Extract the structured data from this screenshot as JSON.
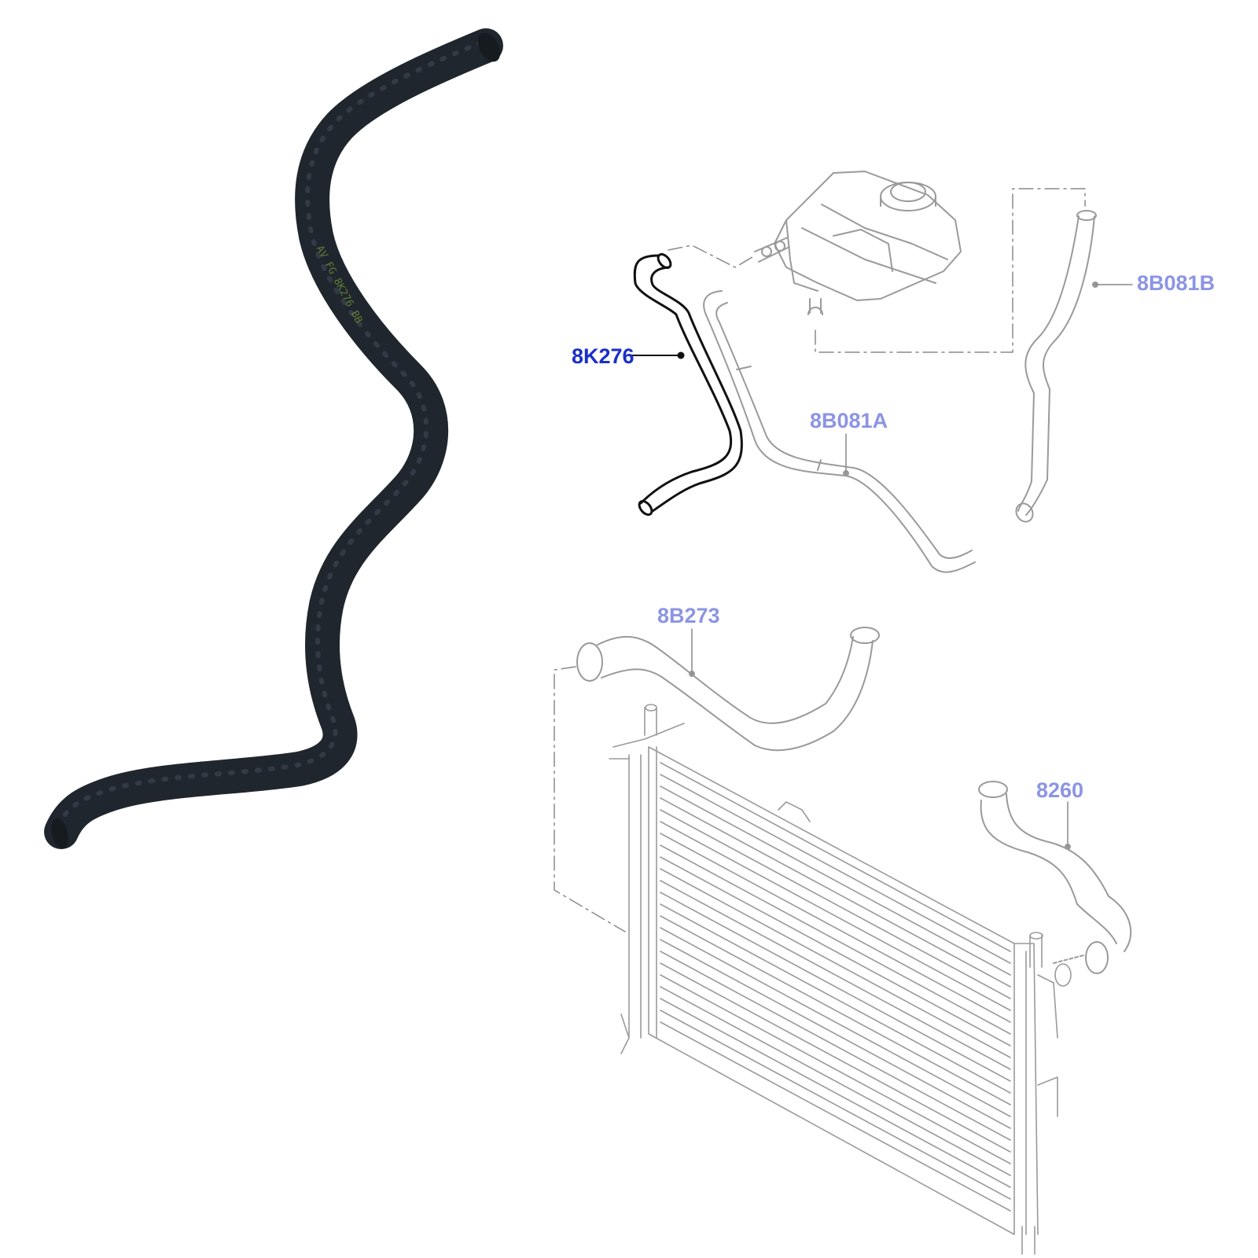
{
  "photo": {
    "subject": "black rubber coolant hose",
    "hose_color": "#1f262d",
    "print_text": "AV FG 8K276 BB",
    "print_color": "#6f8a3a"
  },
  "diagram": {
    "line_color_muted": "#9a9a9a",
    "line_color_active": "#111111",
    "callouts": [
      {
        "id": "8K276",
        "label": "8K276",
        "highlighted": true,
        "color": "#1a2fc8"
      },
      {
        "id": "8B081B",
        "label": "8B081B",
        "highlighted": false,
        "color": "#8c94e4"
      },
      {
        "id": "8B081A",
        "label": "8B081A",
        "highlighted": false,
        "color": "#8c94e4"
      },
      {
        "id": "8B273",
        "label": "8B273",
        "highlighted": false,
        "color": "#8c94e4"
      },
      {
        "id": "8260",
        "label": "8260",
        "highlighted": false,
        "color": "#8c94e4"
      }
    ],
    "parts": [
      "expansion-tank",
      "radiator",
      "hose-8K276",
      "hose-8B081A",
      "hose-8B081B",
      "hose-8B273",
      "hose-8260"
    ]
  }
}
